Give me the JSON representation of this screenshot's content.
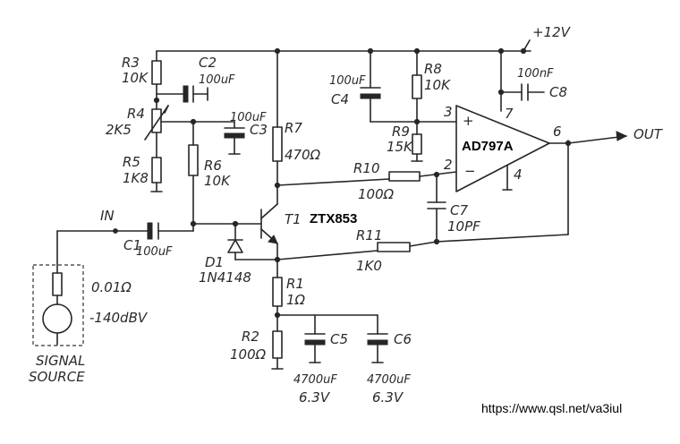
{
  "supply": "+12V",
  "output": "OUT",
  "input": "IN",
  "opamp": {
    "name": "AD797A",
    "pin_plus": "+",
    "pin_minus": "−",
    "pin2": "2",
    "pin3": "3",
    "pin4": "4",
    "pin6": "6",
    "pin7": "7"
  },
  "components": {
    "R1": {
      "ref": "R1",
      "value": "1Ω"
    },
    "R2": {
      "ref": "R2",
      "value": "100Ω"
    },
    "R3": {
      "ref": "R3",
      "value": "10K"
    },
    "R4": {
      "ref": "R4",
      "value": "2K5"
    },
    "R5": {
      "ref": "R5",
      "value": "1K8"
    },
    "R6": {
      "ref": "R6",
      "value": "10K"
    },
    "R7": {
      "ref": "R7",
      "value": "470Ω"
    },
    "R8": {
      "ref": "R8",
      "value": "10K"
    },
    "R9": {
      "ref": "R9",
      "value": "15K"
    },
    "R10": {
      "ref": "R10",
      "value": "100Ω"
    },
    "R11": {
      "ref": "R11",
      "value": "1K0"
    },
    "C1": {
      "ref": "C1",
      "value": "100uF"
    },
    "C2": {
      "ref": "C2",
      "value": "100uF"
    },
    "C3": {
      "ref": "C3",
      "value": "100uF"
    },
    "C4": {
      "ref": "C4",
      "value": "100uF"
    },
    "C5": {
      "ref": "C5",
      "value": "4700uF",
      "voltage": "6.3V"
    },
    "C6": {
      "ref": "C6",
      "value": "4700uF",
      "voltage": "6.3V"
    },
    "C7": {
      "ref": "C7",
      "value": "10PF"
    },
    "C8": {
      "ref": "C8",
      "value": "100nF"
    },
    "D1": {
      "ref": "D1",
      "value": "1N4148"
    },
    "T1": {
      "ref": "T1",
      "value": "ZTX853"
    }
  },
  "source": {
    "resistance": "0.01Ω",
    "level": "-140dBV",
    "label_line1": "SIGNAL",
    "label_line2": "SOURCE"
  },
  "credit": "https://www.qsl.net/va3iul"
}
